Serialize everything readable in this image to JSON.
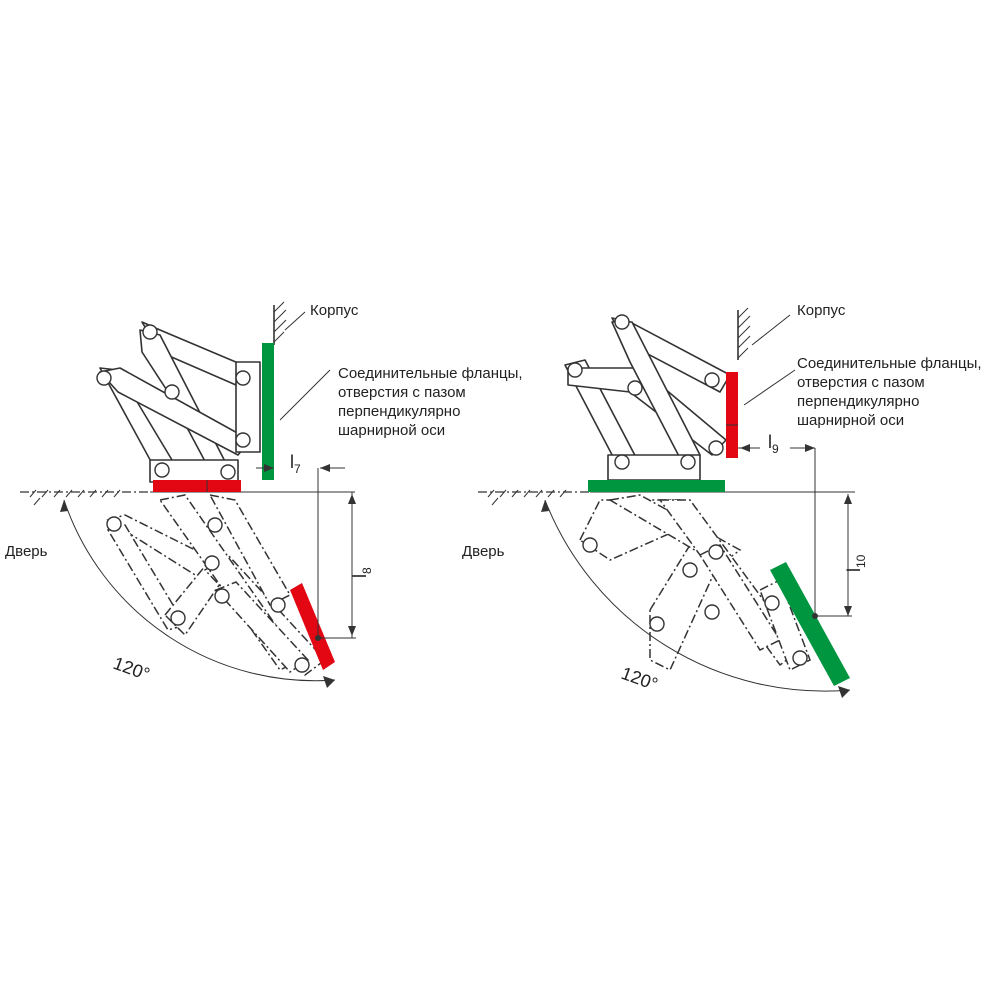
{
  "labels": {
    "left": {
      "korpus": "Корпус",
      "flange_line1": "Соединительные фланцы,",
      "flange_line2": "отверстия с пазом",
      "flange_line3": "перпендикулярно",
      "flange_line4": "шарнирной оси",
      "door": "Дверь",
      "angle": "120°",
      "dim_a_main": "l",
      "dim_a_sub": "7",
      "dim_b_main": "l",
      "dim_b_sub": "8"
    },
    "right": {
      "korpus": "Корпус",
      "flange_line1": "Соединительные фланцы,",
      "flange_line2": "отверстия с пазом",
      "flange_line3": "перпендикулярно",
      "flange_line4": "шарнирной оси",
      "door": "Дверь",
      "angle": "120°",
      "dim_a_main": "l",
      "dim_a_sub": "9",
      "dim_b_main": "l",
      "dim_b_sub": "10"
    }
  },
  "colors": {
    "red": "#e30613",
    "green": "#009640",
    "line": "#333333"
  }
}
